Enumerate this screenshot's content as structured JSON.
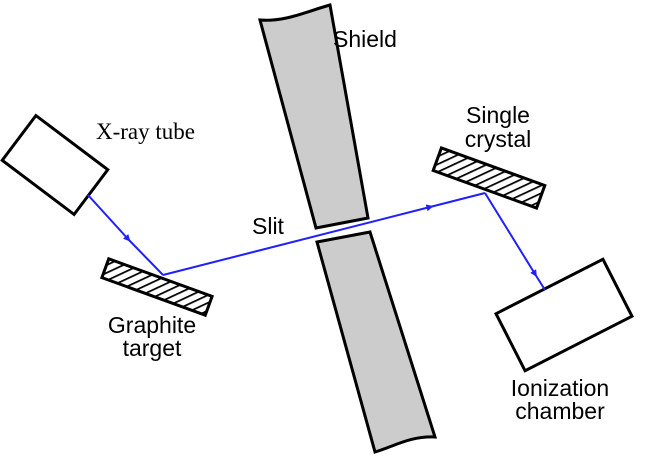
{
  "labels": {
    "xray_tube": "X-ray tube",
    "shield": "Shield",
    "slit": "Slit",
    "single_crystal_line1": "Single",
    "single_crystal_line2": "crystal",
    "graphite_line1": "Graphite",
    "graphite_line2": "target",
    "ionization_line1": "Ionization",
    "ionization_line2": "chamber"
  },
  "colors": {
    "beam": "#1f1fff",
    "shield_fill": "#cccccc",
    "outline": "#000000",
    "background": "#ffffff"
  }
}
